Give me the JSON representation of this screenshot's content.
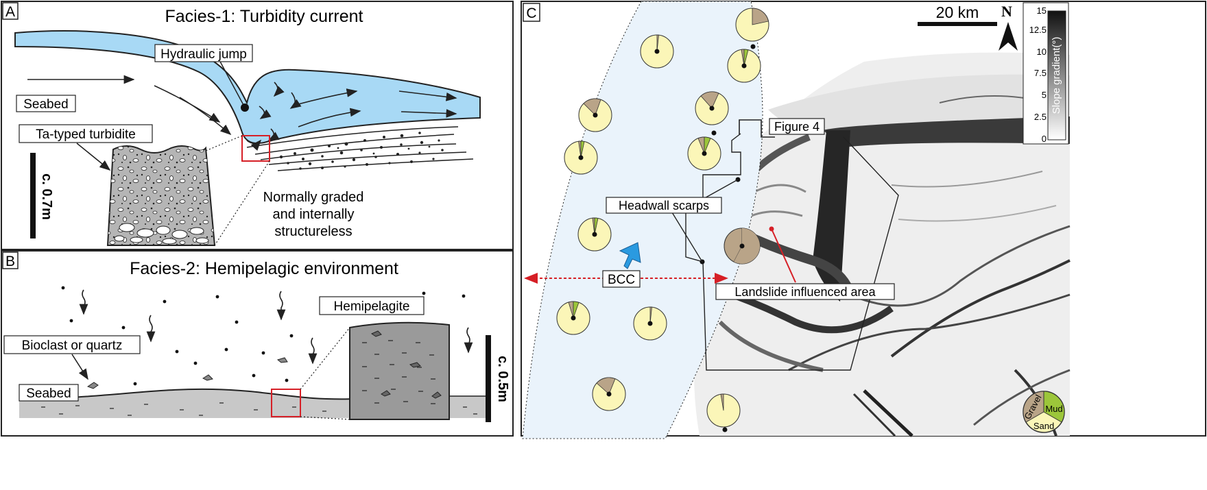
{
  "panels": {
    "a": {
      "letter": "A",
      "title": "Facies-1: Turbidity current"
    },
    "b": {
      "letter": "B",
      "title": "Facies-2: Hemipelagic environment"
    },
    "c": {
      "letter": "C"
    }
  },
  "facies1": {
    "hydraulic_jump": "Hydraulic jump",
    "seabed": "Seabed",
    "turbidite": "Ta-typed turbidite",
    "scale": "c. 0.7m",
    "graded_line1": "Normally graded",
    "graded_line2": "and internally",
    "graded_line3": "structureless"
  },
  "facies2": {
    "hemipelagite": "Hemipelagite",
    "bioclast": "Bioclast or quartz",
    "seabed": "Seabed",
    "scale": "c. 0.5m"
  },
  "map": {
    "scale_bar": "20 km",
    "north": "N",
    "figure4": "Figure 4",
    "headwall": "Headwall scarps",
    "bcc": "BCC",
    "landslide": "Landslide influenced area",
    "colorbar_title": "Slope gradient(°)",
    "colorbar_ticks": [
      "15",
      "12.5",
      "10",
      "7.5",
      "5",
      "2.5",
      "0"
    ],
    "legend": {
      "gravel": "Gravel",
      "mud": "Mud",
      "sand": "Sand"
    },
    "colors": {
      "sand": "#fbf6b8",
      "gravel": "#b9a488",
      "mud": "#9cc63a",
      "zone": "#eaf3fb",
      "arrow": "#2a9ae0"
    }
  }
}
